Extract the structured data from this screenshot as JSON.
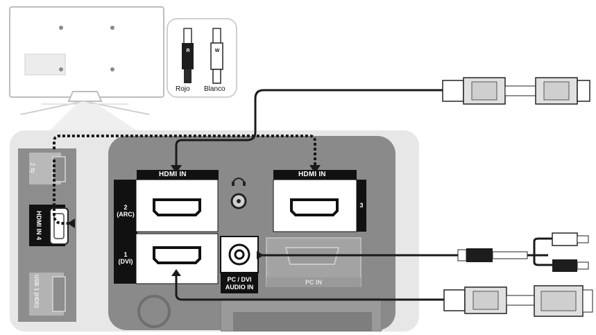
{
  "legend": {
    "red_label": "Rojo",
    "white_label": "Blanco",
    "plug_red_mark": "R",
    "plug_white_mark": "W"
  },
  "ports": {
    "hdmi_in_top_left": "HDMI IN",
    "hdmi_in_top_right": "HDMI IN",
    "port_2_num": "2",
    "port_2_sub": "(ARC)",
    "port_1_num": "1",
    "port_1_sub": "(DVI)",
    "port_3_num": "3",
    "pc_dvi_audio_line1": "PC / DVI",
    "pc_dvi_audio_line2": "AUDIO IN",
    "pc_in": "PC IN",
    "hdmi_in_4": "HDMI IN 4",
    "usb_2": "2 ⇆",
    "usb_1": "USB 1 (HDD)"
  },
  "colors": {
    "panel_light": "#e6e6e6",
    "panel_dark": "#8c8c8c",
    "panel_mid": "#a8a8a8",
    "cable": "#1a1a1a"
  }
}
